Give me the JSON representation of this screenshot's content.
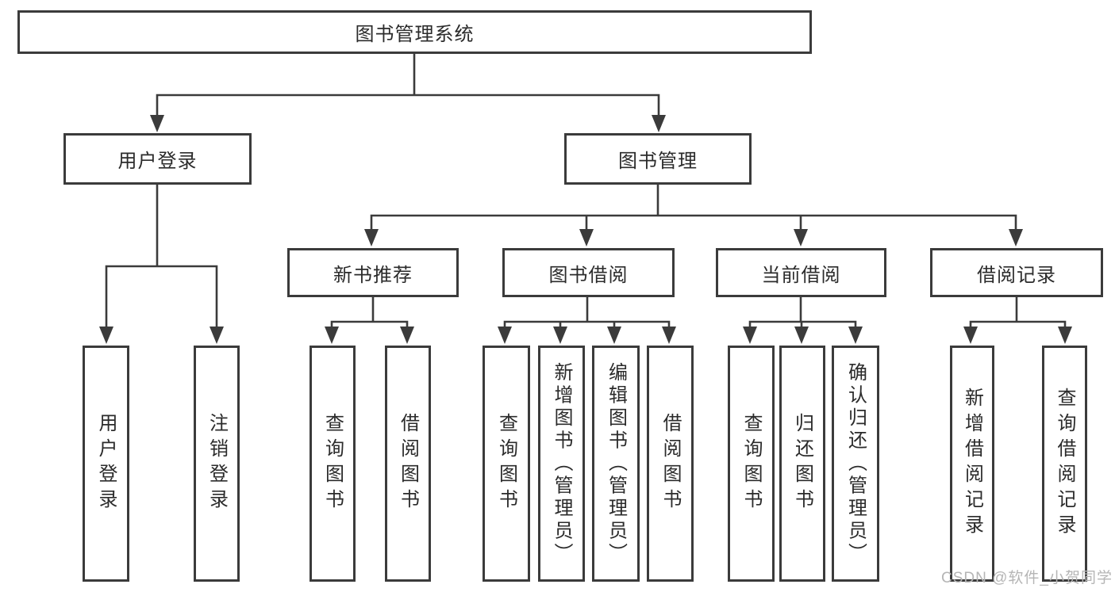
{
  "diagram": {
    "root": {
      "label": "图书管理系统"
    },
    "level2": [
      {
        "label": "用户登录",
        "children": [
          "用户登录",
          "注销登录"
        ]
      },
      {
        "label": "图书管理",
        "sections": [
          {
            "label": "新书推荐",
            "children": [
              "查询图书",
              "借阅图书"
            ]
          },
          {
            "label": "图书借阅",
            "children": [
              "查询图书",
              "新增图书（管理员）",
              "编辑图书（管理员）",
              "借阅图书"
            ]
          },
          {
            "label": "当前借阅",
            "children": [
              "查询图书",
              "归还图书",
              "确认归还（管理员）"
            ]
          },
          {
            "label": "借阅记录",
            "children": [
              "新增借阅记录",
              "查询借阅记录"
            ]
          }
        ]
      }
    ]
  },
  "watermark": "CSDN @软件_小贺同学",
  "colors": {
    "line": "#3b3b3b",
    "border": "#3b3b3b",
    "text": "#2b2b2b",
    "watermark": "#b5b5b5",
    "background": "#ffffff"
  }
}
